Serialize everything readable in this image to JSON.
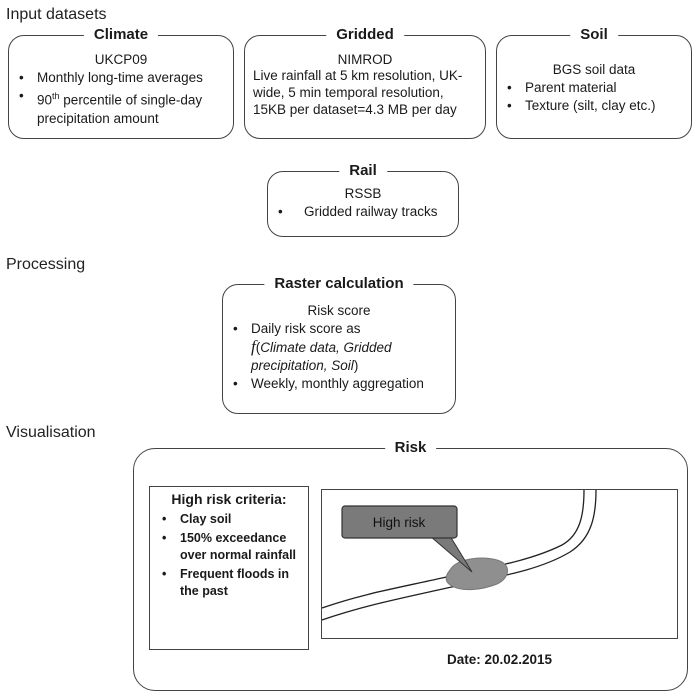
{
  "sections": {
    "input": "Input datasets",
    "processing": "Processing",
    "visualisation": "Visualisation"
  },
  "climate": {
    "title": "Climate",
    "source": "UKCP09",
    "bullet1": "Monthly long-time averages",
    "bullet2_a": "90",
    "bullet2_sup": "th",
    "bullet2_b": " percentile of single-day precipitation amount"
  },
  "gridded": {
    "title": "Gridded",
    "source": "NIMROD",
    "text": "Live rainfall at 5 km resolution, UK-wide, 5 min temporal resolution, 15KB per dataset=4.3 MB per day"
  },
  "soil": {
    "title": "Soil",
    "source": "BGS soil data",
    "bullet1": "Parent material",
    "bullet2": "Texture (silt, clay etc.)"
  },
  "rail": {
    "title": "Rail",
    "source": "RSSB",
    "bullet1": "Gridded railway tracks"
  },
  "raster": {
    "title": "Raster calculation",
    "source": "Risk score",
    "bullet1": "Daily risk score as",
    "formula_f": "f",
    "formula_open": "(",
    "formula_args": "Climate data, Gridded precipitation, Soil",
    "formula_close": ")",
    "bullet2": "Weekly, monthly aggregation"
  },
  "risk": {
    "title": "Risk",
    "criteria_title": "High risk criteria:",
    "criteria": [
      "Clay soil",
      "150% exceedance over normal rainfall",
      "Frequent floods in the past"
    ],
    "callout": "High risk",
    "date": "Date: 20.02.2015"
  },
  "colors": {
    "callout_fill": "#7a7a7a",
    "risk_area_fill": "#8f8f8f",
    "border": "#444444"
  }
}
